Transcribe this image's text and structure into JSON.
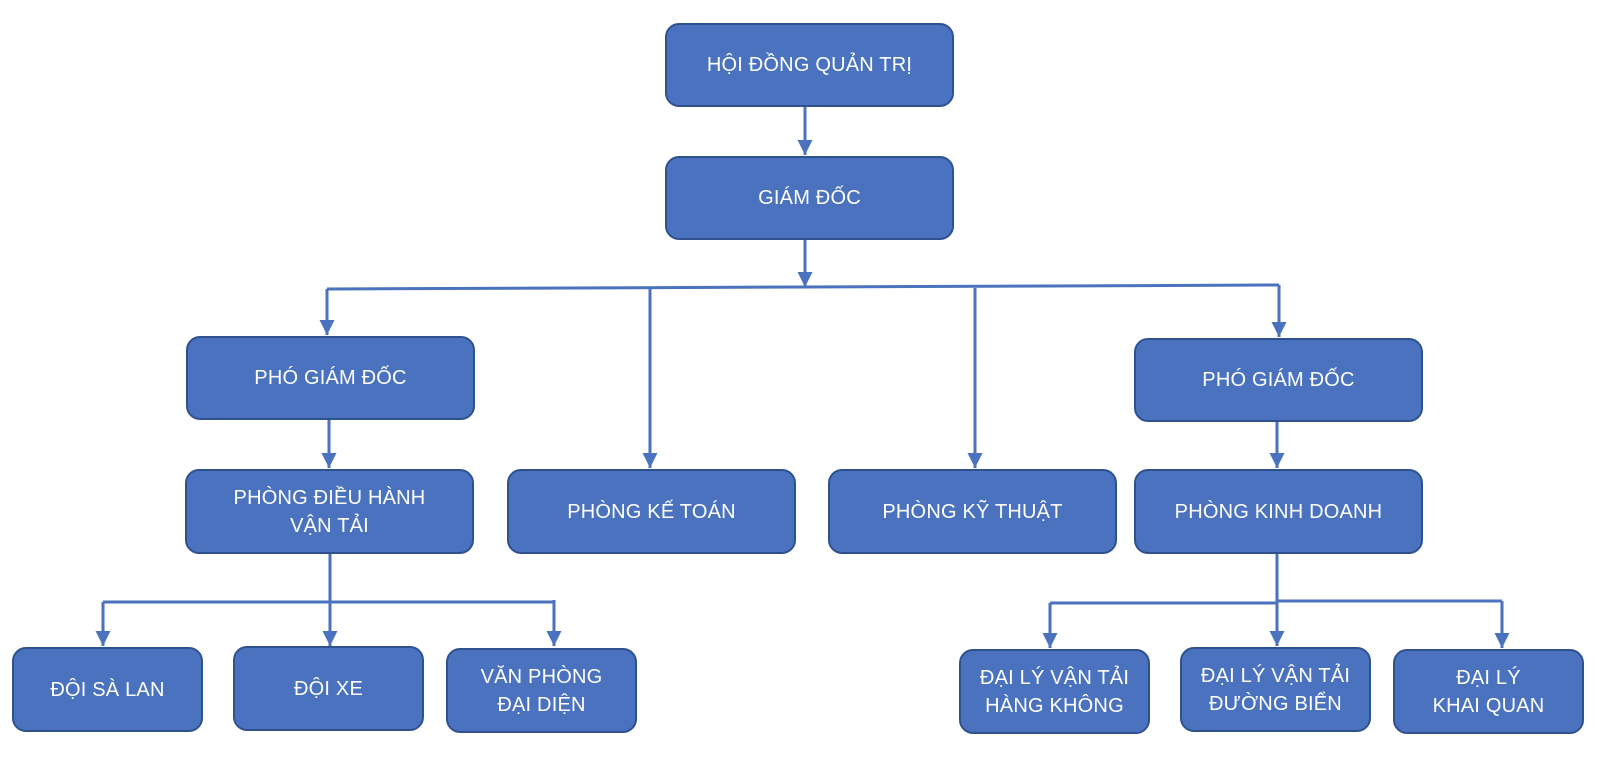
{
  "colors": {
    "box_fill": "#4a72be",
    "box_border": "#2f528f",
    "connector": "#4a72be",
    "text": "#ffffff"
  },
  "nodes": {
    "board": {
      "lines": [
        "HỘI ĐỒNG QUẢN TRỊ"
      ]
    },
    "director": {
      "lines": [
        "GIÁM ĐỐC"
      ]
    },
    "deputy_left": {
      "lines": [
        "PHÓ GIÁM ĐỐC"
      ]
    },
    "deputy_right": {
      "lines": [
        "PHÓ GIÁM ĐỐC"
      ]
    },
    "transport_ops": {
      "lines": [
        "PHÒNG ĐIỀU HÀNH",
        "VẬN TẢI"
      ]
    },
    "accounting": {
      "lines": [
        "PHÒNG KẾ TOÁN"
      ]
    },
    "technical": {
      "lines": [
        "PHÒNG KỸ THUẬT"
      ]
    },
    "business": {
      "lines": [
        "PHÒNG KINH DOANH"
      ]
    },
    "barge_team": {
      "lines": [
        "ĐỘI SÀ LAN"
      ]
    },
    "vehicle_team": {
      "lines": [
        "ĐỘI XE"
      ]
    },
    "rep_office": {
      "lines": [
        "VĂN PHÒNG",
        "ĐẠI DIỆN"
      ]
    },
    "air_agent": {
      "lines": [
        "ĐẠI LÝ VẬN TẢI",
        "HÀNG KHÔNG"
      ]
    },
    "sea_agent": {
      "lines": [
        "ĐẠI LÝ VẬN TẢI",
        "ĐƯỜNG BIỂN"
      ]
    },
    "customs_agent": {
      "lines": [
        "ĐẠI LÝ",
        "KHAI QUAN"
      ]
    }
  }
}
